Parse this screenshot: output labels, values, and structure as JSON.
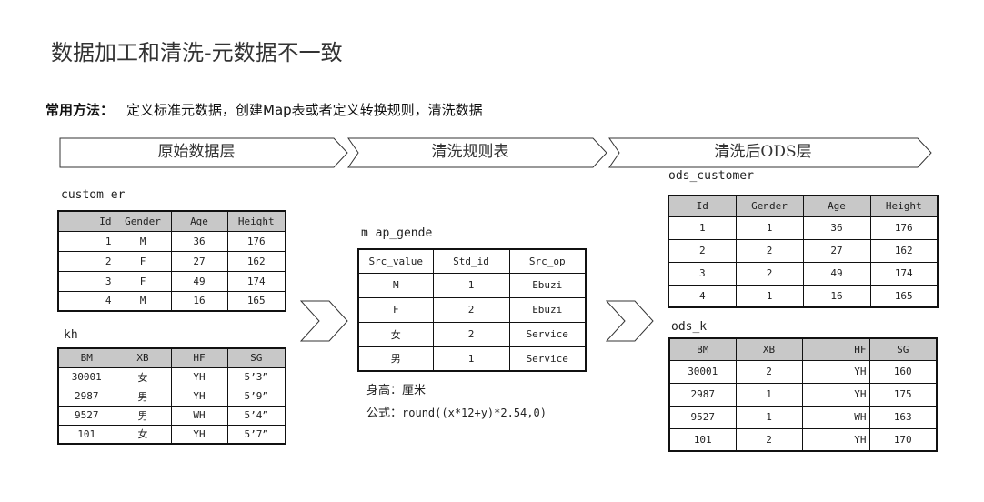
{
  "title": "数据加工和清洗-元数据不一致",
  "method": {
    "label": "常用方法：",
    "text": "定义标准元数据，创建Map表或者定义转换规则，清洗数据"
  },
  "stages": [
    "原始数据层",
    "清洗规则表",
    "清洗后ODS层"
  ],
  "customer": {
    "name": "custom er",
    "columns": [
      "Id",
      "Gender",
      "Age",
      "Height"
    ],
    "rows": [
      [
        "1",
        "M",
        "36",
        "176"
      ],
      [
        "2",
        "F",
        "27",
        "162"
      ],
      [
        "3",
        "F",
        "49",
        "174"
      ],
      [
        "4",
        "M",
        "16",
        "165"
      ]
    ]
  },
  "kh": {
    "name": "kh",
    "columns": [
      "BM",
      "XB",
      "HF",
      "SG"
    ],
    "rows": [
      [
        "30001",
        "女",
        "YH",
        "5’3”"
      ],
      [
        "2987",
        "男",
        "YH",
        "5’9”"
      ],
      [
        "9527",
        "男",
        "WH",
        "5’4”"
      ],
      [
        "101",
        "女",
        "YH",
        "5’7”"
      ]
    ]
  },
  "map_gender": {
    "name": "m ap_gende",
    "columns": [
      "Src_value",
      "Std_id",
      "Src_op"
    ],
    "rows": [
      [
        "M",
        "1",
        "Ebuzi"
      ],
      [
        "F",
        "2",
        "Ebuzi"
      ],
      [
        "女",
        "2",
        "Service"
      ],
      [
        "男",
        "1",
        "Service"
      ]
    ]
  },
  "note": {
    "line1": "身高：厘米",
    "formula_label": "公式：",
    "formula": "round((x*12+y)*2.54,0)"
  },
  "ods_customer": {
    "name": "ods_customer",
    "columns": [
      "Id",
      "Gender",
      "Age",
      "Height"
    ],
    "rows": [
      [
        "1",
        "1",
        "36",
        "176"
      ],
      [
        "2",
        "2",
        "27",
        "162"
      ],
      [
        "3",
        "2",
        "49",
        "174"
      ],
      [
        "4",
        "1",
        "16",
        "165"
      ]
    ]
  },
  "ods_k": {
    "name": "ods_k",
    "columns": [
      "BM",
      "XB",
      "HF",
      "SG"
    ],
    "rows": [
      [
        "30001",
        "2",
        "YH",
        "160"
      ],
      [
        "2987",
        "1",
        "YH",
        "175"
      ],
      [
        "9527",
        "1",
        "WH",
        "163"
      ],
      [
        "101",
        "2",
        "YH",
        "170"
      ]
    ]
  }
}
